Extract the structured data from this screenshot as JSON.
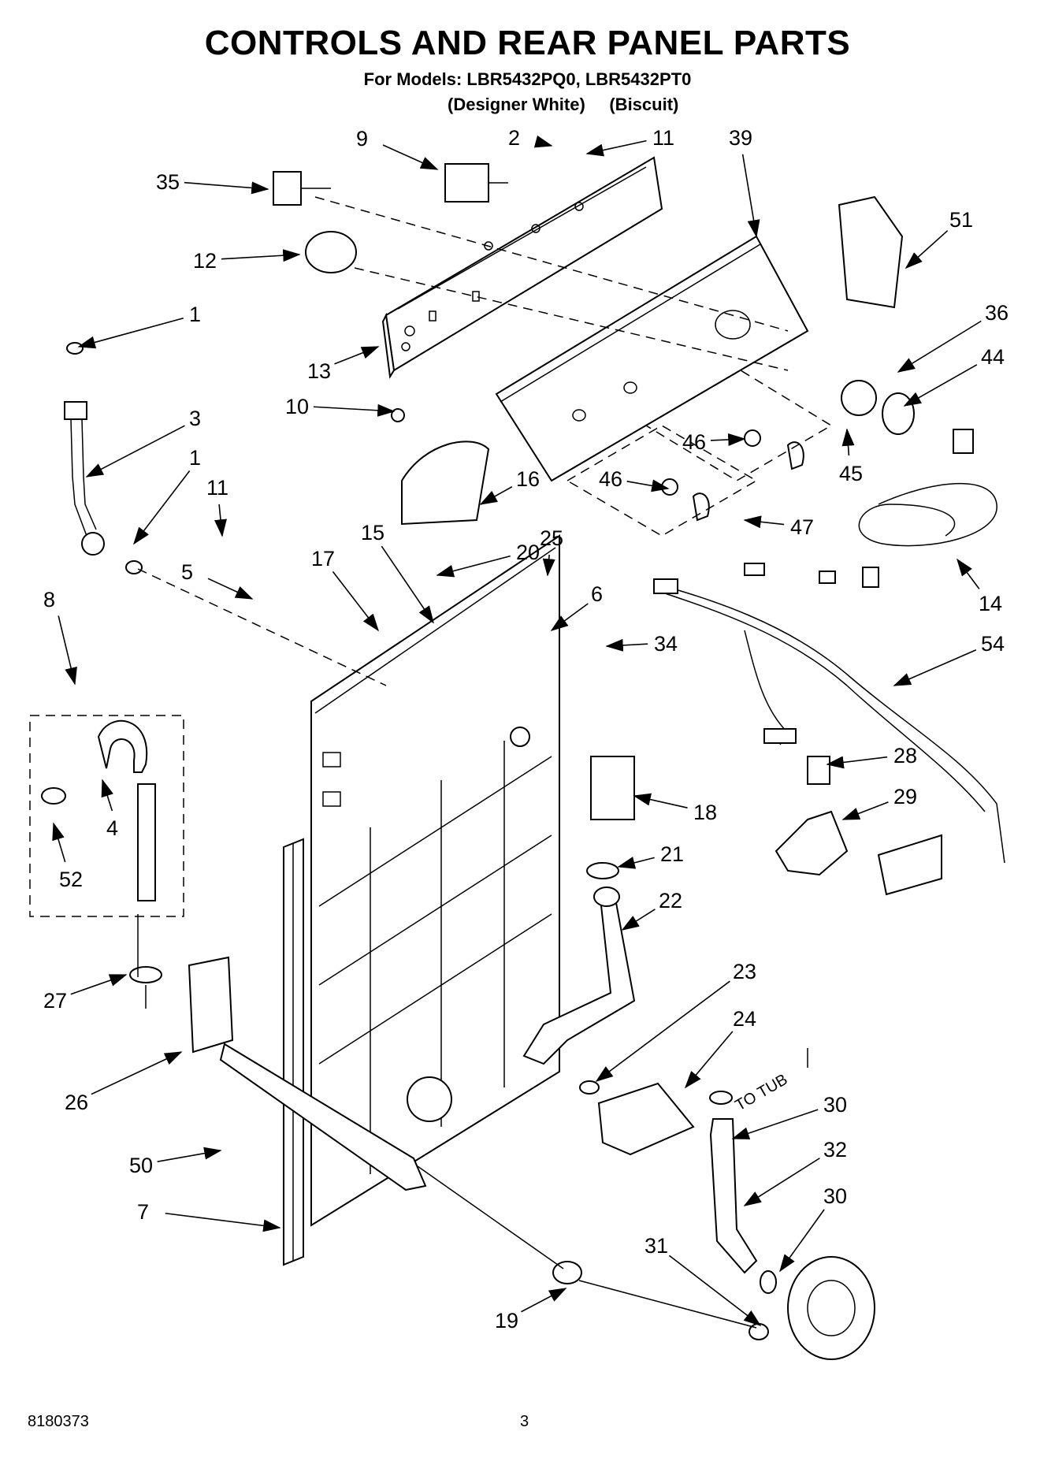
{
  "header": {
    "title": "CONTROLS AND REAR PANEL PARTS",
    "models_line": "For Models: LBR5432PQ0, LBR5432PT0",
    "color_1": "(Designer White)",
    "color_2": "(Biscuit)"
  },
  "footer": {
    "doc_number": "8180373",
    "page_number": "3"
  },
  "annotations": {
    "to_tub": "TO TUB"
  },
  "callouts": [
    "9",
    "2",
    "11",
    "39",
    "35",
    "12",
    "51",
    "1",
    "36",
    "13",
    "44",
    "10",
    "3",
    "46",
    "45",
    "16",
    "1",
    "11",
    "46",
    "47",
    "14",
    "15",
    "25",
    "5",
    "17",
    "20",
    "6",
    "8",
    "54",
    "34",
    "28",
    "18",
    "4",
    "52",
    "29",
    "21",
    "22",
    "27",
    "23",
    "24",
    "26",
    "30",
    "32",
    "50",
    "30",
    "7",
    "31",
    "19"
  ]
}
